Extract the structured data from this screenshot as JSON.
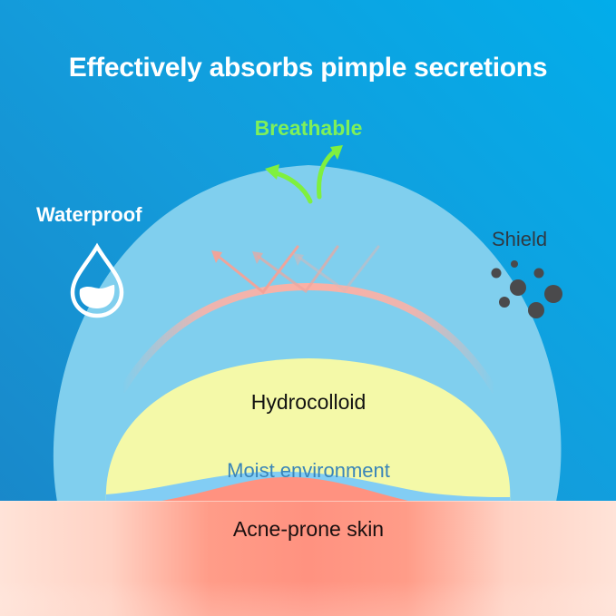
{
  "title": "Effectively absorbs pimple secretions",
  "features": {
    "breathable": "Breathable",
    "waterproof": "Waterproof",
    "shield": "Shield"
  },
  "layers": {
    "hydrocolloid": "Hydrocolloid",
    "moist": "Moist environment",
    "skin": "Acne-prone skin"
  },
  "icons": {
    "breathable": "green-curved-arrows-icon",
    "waterproof": "water-drop-icon",
    "shield": "particle-dots-icon",
    "reflection": "reflected-arrows-icon"
  },
  "colors": {
    "background_start": "#1a88cc",
    "background_end": "#05abe9",
    "outer_dome": "#7fcfee",
    "hydrocolloid": "#f4f9a8",
    "moist_layer": "#82cdf4",
    "skin_center": "#ff9280",
    "skin_edge": "#ffe2d6",
    "breathable_green": "#7ff05a",
    "reflection_pink": "#f3a196",
    "particles": "#4a4a4c"
  }
}
